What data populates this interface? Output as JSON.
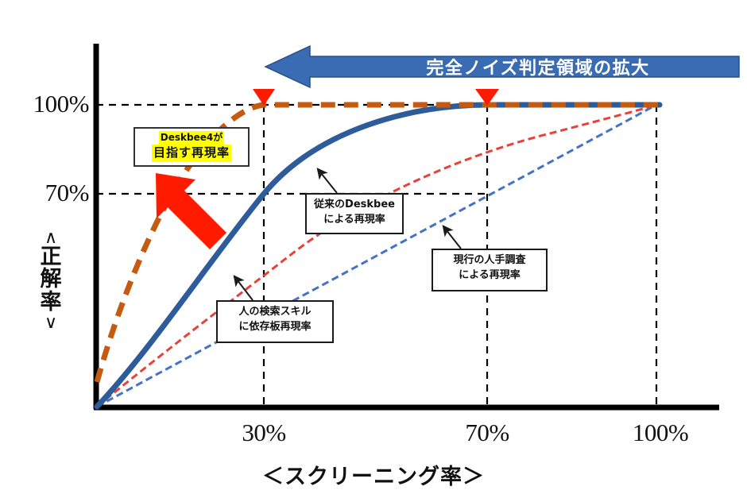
{
  "figure": {
    "banner": {
      "label": "完全ノイズ判定領域の拡大",
      "color": "#3A6CB4",
      "text_color": "#FFFFFF",
      "direction": "left"
    },
    "axes": {
      "y_title": {
        "open": "＜",
        "text": "正解率",
        "close": "＞"
      },
      "y_title_chars": [
        "正",
        "解",
        "率"
      ],
      "x_title": "＜スクリーニング率＞",
      "y_ticks": [
        "100%",
        "70%"
      ],
      "x_ticks": [
        "30%",
        "70%",
        "100%"
      ]
    },
    "callouts": [
      {
        "id": "deskbee4",
        "line1": "Deskbee4が",
        "line2": "目指す再現率",
        "highlight": "#FFFF00"
      },
      {
        "id": "legacy",
        "line1": "従来のDeskbee",
        "line2": "による再現率"
      },
      {
        "id": "manual",
        "line1": "現行の人手調査",
        "line2": "による再現率"
      },
      {
        "id": "human",
        "line1": "人の検索スキル",
        "line2": "に依存板再現率"
      }
    ],
    "emphasis_arrow": {
      "color": "#FF1A00",
      "points_to": "deskbee4-curve"
    },
    "markers": [
      {
        "at_x": "30%",
        "at_y": "100%",
        "color": "#FF1A00",
        "shape": "triangle-down"
      },
      {
        "at_x": "70%",
        "at_y": "100%",
        "color": "#FF1A00",
        "shape": "triangle-down"
      }
    ]
  },
  "chart_data": {
    "type": "line",
    "title": "",
    "xlabel": "＜スクリーニング率＞",
    "ylabel": "＜正解率＞",
    "xlim": [
      0,
      110
    ],
    "ylim": [
      0,
      118
    ],
    "xticks": [
      30,
      70,
      100
    ],
    "xticklabels": [
      "30%",
      "70%",
      "100%"
    ],
    "yticks": [
      70,
      100
    ],
    "yticklabels": [
      "70%",
      "100%"
    ],
    "grid": false,
    "gridlines": {
      "horizontal_dashed": [
        70,
        100
      ],
      "vertical_dashed": [
        30,
        70,
        100
      ]
    },
    "legend_position": "callout-annotations",
    "series": [
      {
        "name": "Deskbee4が目指す再現率",
        "color": "#C55A11",
        "style": "dashed",
        "width": 5,
        "x": [
          0,
          2,
          5,
          9,
          14,
          20,
          26,
          30,
          50,
          70,
          100
        ],
        "y": [
          7,
          26,
          48,
          66,
          80,
          90,
          97,
          100,
          100,
          100,
          100
        ]
      },
      {
        "name": "従来のDeskbeeによる再現率",
        "color": "#2E5C9A",
        "style": "solid",
        "width": 5,
        "x": [
          0,
          5,
          10,
          15,
          20,
          25,
          30,
          40,
          50,
          60,
          70,
          85,
          100
        ],
        "y": [
          0,
          15,
          29,
          42,
          53,
          63,
          70,
          82,
          90,
          96,
          100,
          100,
          100
        ]
      },
      {
        "name": "人の検索スキルに依存板再現率",
        "color": "#E8413A",
        "style": "dashed",
        "width": 2,
        "x": [
          0,
          5,
          10,
          15,
          20,
          25,
          30,
          45,
          60,
          80,
          100
        ],
        "y": [
          0,
          9,
          18,
          27,
          36,
          44,
          52,
          67,
          78,
          90,
          100
        ]
      },
      {
        "name": "現行の人手調査による再現率",
        "color": "#4472C4",
        "style": "dashed",
        "width": 2,
        "x": [
          0,
          25,
          50,
          75,
          100
        ],
        "y": [
          0,
          25,
          50,
          75,
          100
        ]
      }
    ],
    "annotations": [
      {
        "text": "完全ノイズ判定領域の拡大",
        "type": "banner-arrow",
        "color": "#3A6CB4"
      },
      {
        "text": "Deskbee4が 目指す再現率",
        "type": "callout",
        "points_to": [
          14,
          80
        ]
      },
      {
        "text": "従来のDeskbee による再現率",
        "type": "callout",
        "points_to": [
          38,
          80
        ]
      },
      {
        "text": "現行の人手調査 による再現率",
        "type": "callout",
        "points_to": [
          66,
          66
        ]
      },
      {
        "text": "人の検索スキル に依存板再現率",
        "type": "callout",
        "points_to": [
          28,
          50
        ]
      }
    ]
  }
}
